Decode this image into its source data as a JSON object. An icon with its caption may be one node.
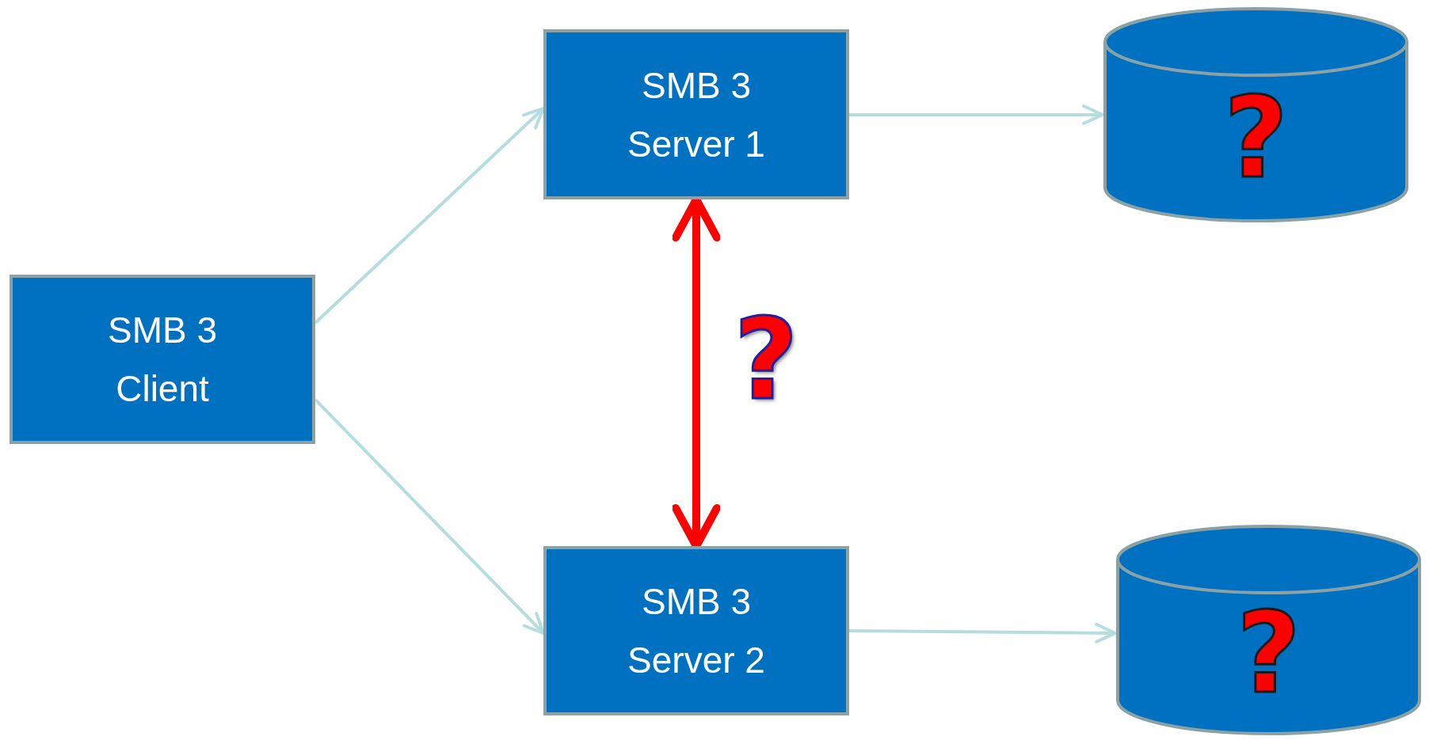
{
  "diagram": {
    "nodes": [
      {
        "text": [
          "SMB 3 Client"
        ]
      },
      {
        "text": [
          "SMB 3 Server 1"
        ]
      },
      {
        "text": [
          "SMB 3 Server 2"
        ]
      },
      {
        "text": [
          "?"
        ]
      },
      {
        "text": [
          "?"
        ]
      }
    ],
    "edges": [
      {
        "from": 0,
        "to": 1,
        "arrow": "to"
      },
      {
        "from": 0,
        "to": 2,
        "arrow": "to"
      },
      {
        "from": 1,
        "to": 3,
        "arrow": "to"
      },
      {
        "from": 2,
        "to": 4,
        "arrow": "to"
      },
      {
        "from": 1,
        "to": 2,
        "arrow": "both",
        "label": "?",
        "style": "thick",
        "color": "#ff0000"
      }
    ]
  }
}
